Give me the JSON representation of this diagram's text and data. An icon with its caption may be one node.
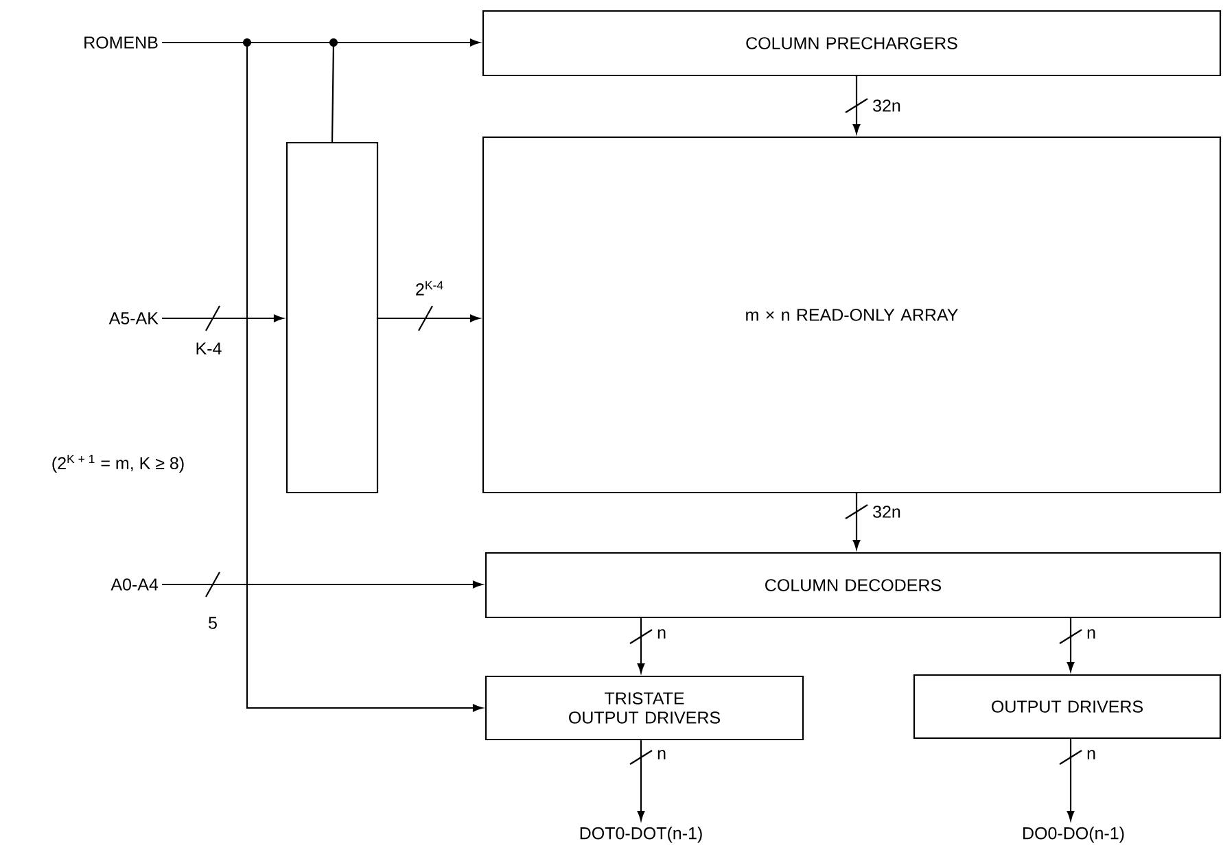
{
  "diagram": {
    "nodes": [
      {
        "text": [
          "ROMENB"
        ]
      },
      {
        "text": [
          "A5-AK"
        ]
      },
      {
        "text": [
          "A0-A4"
        ]
      },
      {
        "text": [
          "COLUMN PRECHARGERS"
        ]
      },
      {
        "text": [],
        "shape": "box"
      },
      {
        "text": [
          "m × n READ-ONLY ARRAY"
        ]
      },
      {
        "text": [
          "COLUMN DECODERS"
        ]
      },
      {
        "text": [
          "TRISTATE OUTPUT DRIVERS"
        ]
      },
      {
        "text": [
          "OUTPUT DRIVERS"
        ]
      },
      {
        "text": [
          "DOT0-DOT(n-1)"
        ]
      },
      {
        "text": [
          "DO0-DO(n-1)"
        ]
      }
    ],
    "edges": [
      {
        "from": 0,
        "to": 3,
        "arrow": "to"
      },
      {
        "from": 0,
        "to": 4,
        "arrow": "none"
      },
      {
        "from": 0,
        "to": 7,
        "arrow": "to"
      },
      {
        "from": 1,
        "to": 4,
        "arrow": "to",
        "label": "K-4"
      },
      {
        "from": 4,
        "to": 5,
        "arrow": "to",
        "label": "2$^{K-4}$"
      },
      {
        "from": 3,
        "to": 5,
        "arrow": "to",
        "label": "32n"
      },
      {
        "from": 5,
        "to": 6,
        "arrow": "to",
        "label": "32n"
      },
      {
        "from": 2,
        "to": 6,
        "arrow": "to",
        "label": "5"
      },
      {
        "from": 6,
        "to": 7,
        "arrow": "to",
        "label": "n"
      },
      {
        "from": 6,
        "to": 8,
        "arrow": "to",
        "label": "n"
      },
      {
        "from": 7,
        "to": 9,
        "arrow": "to",
        "label": "n"
      },
      {
        "from": 8,
        "to": 10,
        "arrow": "to",
        "label": "n"
      }
    ],
    "labels": [
      "(2$^{K + 1}$ = m, K ≥ 8)"
    ]
  }
}
